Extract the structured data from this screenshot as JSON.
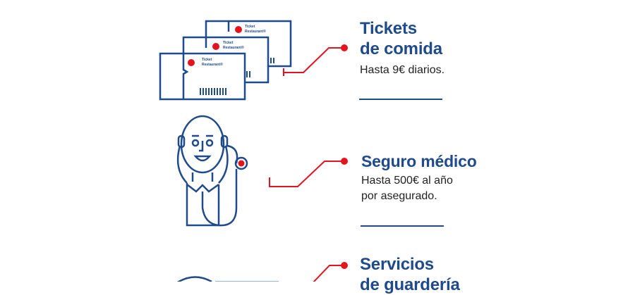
{
  "colors": {
    "navy": "#1f4a8c",
    "red": "#e3141f"
  },
  "benefits": [
    {
      "icon": "meal-tickets-icon",
      "title_lines": [
        "Tickets",
        "de comida"
      ],
      "description_lines": [
        "Hasta 9€ diarios."
      ],
      "ticket_brand": [
        "Ticket",
        "Restaurant®"
      ]
    },
    {
      "icon": "doctor-stethoscope-icon",
      "title_lines": [
        "Seguro médico"
      ],
      "description_lines": [
        "Hasta 500€ al año",
        "por asegurado."
      ]
    },
    {
      "icon": "childcare-icon",
      "title_lines": [
        "Servicios",
        "de guardería"
      ],
      "description_lines": []
    }
  ]
}
